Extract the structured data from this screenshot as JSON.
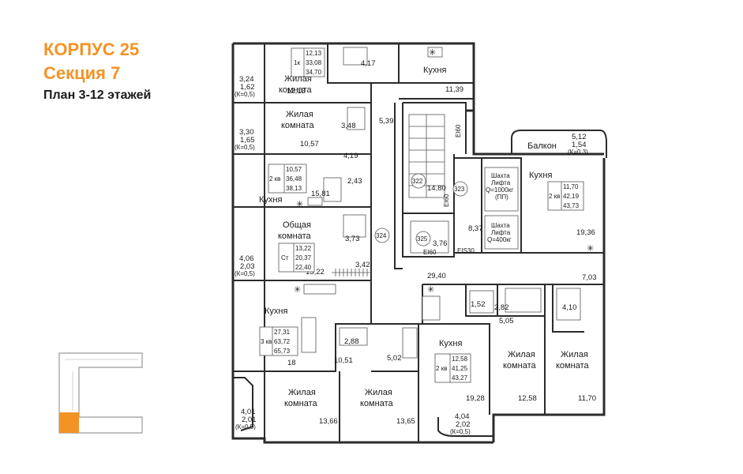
{
  "header": {
    "building": "КОРПУС 25",
    "section": "Секция 7",
    "plan": "План 3-12 этажей"
  },
  "colors": {
    "accent": "#f39325",
    "wall": "#2b2b2b",
    "highlight": "#f39325"
  },
  "rooms": {
    "kitchen": "Кухня",
    "living1": "Жилая",
    "living2": "комната",
    "common1": "Общая",
    "common2": "комната",
    "balcony": "Балкон"
  },
  "areas": {
    "a1213": "12,13",
    "a1139": "11,39",
    "a417": "4,17",
    "a324_top": "3,24",
    "a162": "1,62",
    "k05a": "(К=0,5)",
    "a330": "3,30",
    "a165": "1,65",
    "k05b": "(К=0,5)",
    "a1057": "10,57",
    "a348": "3,48",
    "a539": "5,39",
    "a419": "4,19",
    "a243": "2,43",
    "a1581": "15,81",
    "a1480": "14,80",
    "a837": "8,37",
    "a376": "3,76",
    "a373": "3,73",
    "a342": "3,42",
    "a1322": "13,22",
    "a406": "4,06",
    "a203": "2,03",
    "k05c": "(К=0,5)",
    "a2940": "29,40",
    "a1936": "19,36",
    "a703": "7,03",
    "a512": "5,12",
    "a154": "1,54",
    "k03": "(К=0,3)",
    "a152": "1,52",
    "a282_r": "2,82",
    "a410": "4,10",
    "a505": "5,05",
    "a288": "2,88",
    "a502": "5,02",
    "a18": "18",
    "a1051": "10,51",
    "a1928": "19,28",
    "a1258": "12,58",
    "a1170": "11,70",
    "a1366": "13,66",
    "a1365": "13,65",
    "a401": "4,01",
    "a201": "2,01",
    "k05d": "(К=0,5)",
    "a404": "4,04",
    "a202": "2,02",
    "k05e": "(К=0,5)"
  },
  "apartments": {
    "apt1": {
      "rooms": "1к",
      "v1": "12,13",
      "v2": "33,08",
      "v3": "34,70"
    },
    "apt2": {
      "rooms": "2 кв",
      "v1": "10,57",
      "v2": "36,48",
      "v3": "38,13"
    },
    "apt3": {
      "rooms": "Ст",
      "v1": "13,22",
      "v2": "20,37",
      "v3": "22,40"
    },
    "apt4": {
      "rooms": "3 кв",
      "v1": "27,31",
      "v2": "63,72",
      "v3": "65,73"
    },
    "apt5": {
      "rooms": "2 кв",
      "v1": "12,58",
      "v2": "41,25",
      "v3": "43,27"
    },
    "apt6": {
      "rooms": "2 кв",
      "v1": "11,70",
      "v2": "42,19",
      "v3": "43,73"
    }
  },
  "core": {
    "n322": "322",
    "n323": "323",
    "n324": "324",
    "n325": "325",
    "ei60a": "EI60",
    "ei60b": "EI60",
    "ei60c": "EI60",
    "eis30": "EIS30",
    "lift1a": "Шахта",
    "lift1b": "Лифта",
    "lift1c": "Q=1000кг",
    "lift1d": "(ПП)",
    "lift2a": "Шахта",
    "lift2b": "Лифта",
    "lift2c": "Q=400кг"
  }
}
